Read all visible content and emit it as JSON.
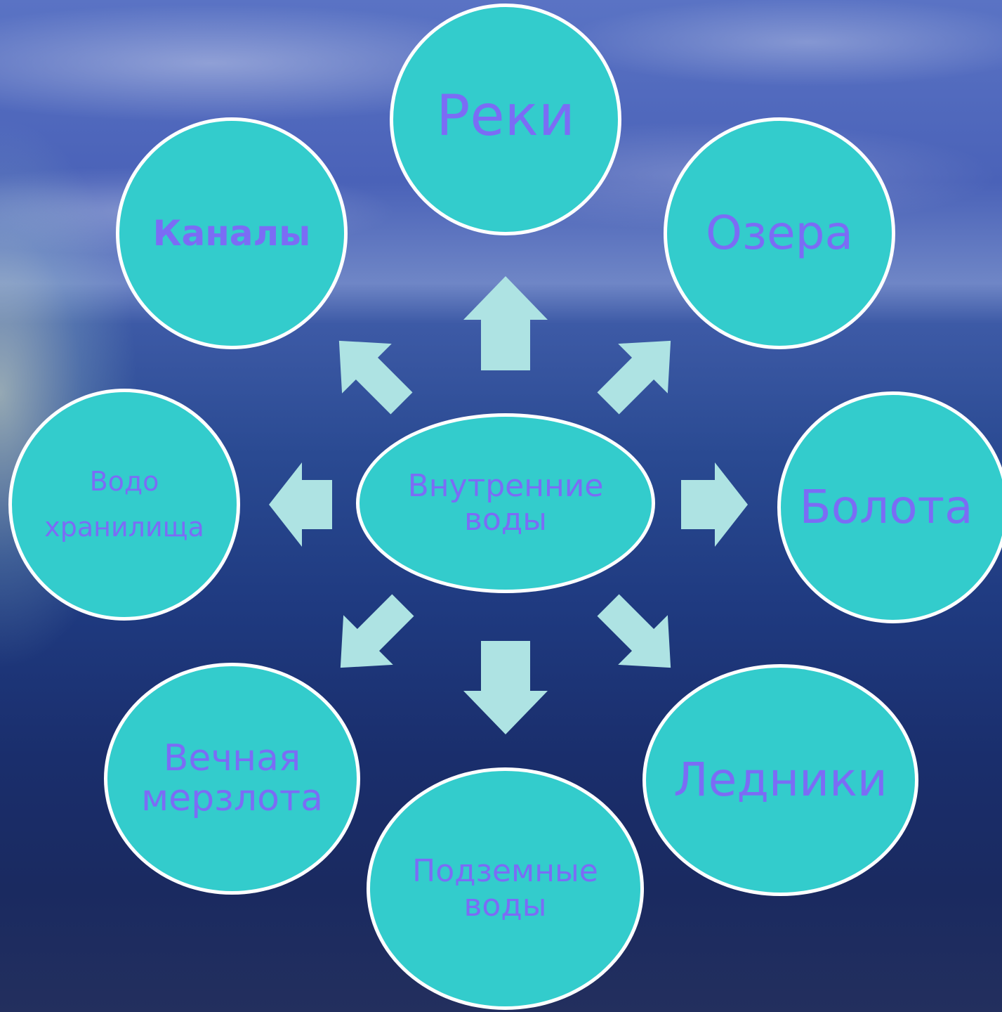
{
  "center": {
    "label_line1": "Внутренние",
    "label_line2": "воды"
  },
  "nodes": {
    "reki": {
      "label": "Реки"
    },
    "ozera": {
      "label": "Озера"
    },
    "bolota": {
      "label": "Болота"
    },
    "ledniki": {
      "label": "Ледники"
    },
    "podzemnye": {
      "label_line1": "Подземные",
      "label_line2": "воды"
    },
    "merzlota": {
      "label_line1": "Вечная",
      "label_line2": "мерзлота"
    },
    "vodohranilishcha": {
      "label_line1": "Водо",
      "label_line2": "хранилища"
    },
    "kanaly": {
      "label": "Каналы"
    }
  },
  "colors": {
    "bubble_fill": "#33cccc",
    "bubble_border": "#ffffff",
    "label_text": "#7b6cf5",
    "arrow_fill": "#aee3e3"
  },
  "icons": [
    "arrow-up-icon",
    "arrow-up-right-icon",
    "arrow-right-icon",
    "arrow-down-right-icon",
    "arrow-down-icon",
    "arrow-down-left-icon",
    "arrow-left-icon",
    "arrow-up-left-icon"
  ]
}
